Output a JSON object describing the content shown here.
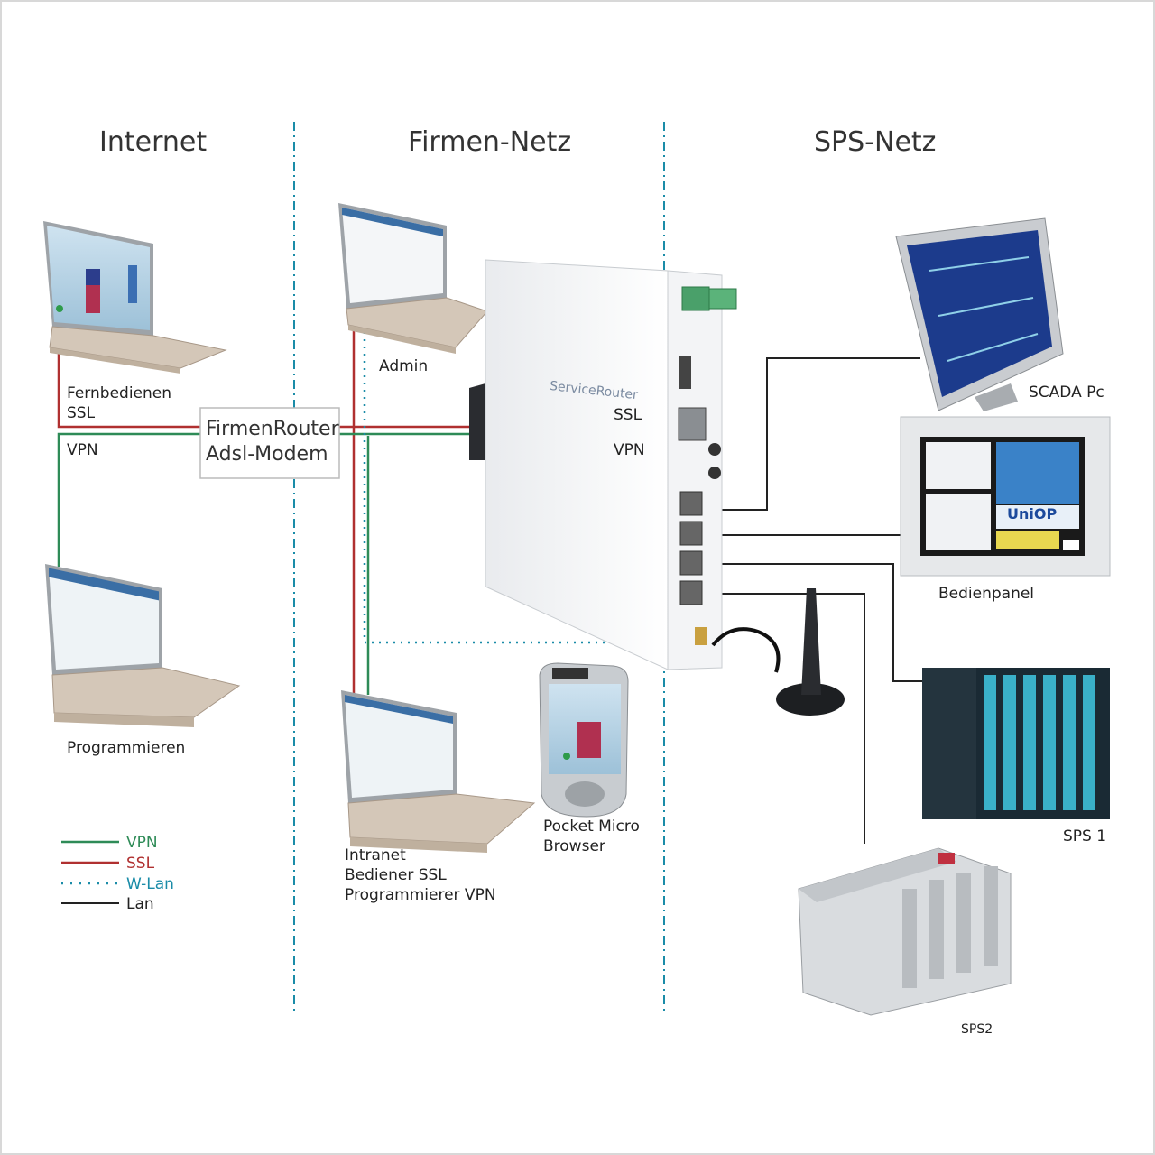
{
  "zones": {
    "internet": "Internet",
    "firmen": "Firmen-Netz",
    "sps": "SPS-Netz"
  },
  "router": {
    "brand": "ServiceRouter",
    "ssl": "SSL",
    "vpn": "VPN"
  },
  "firmen_router": {
    "line1": "FirmenRouter",
    "line2": "Adsl-Modem"
  },
  "devices": {
    "fernbedienen": "Fernbedienen\nSSL",
    "vpn_left": "VPN",
    "programmieren": "Programmieren",
    "admin": "Admin",
    "intranet": "Intranet\nBediener SSL\nProgrammierer VPN",
    "pocket": "Pocket Micro\nBrowser",
    "scada": "SCADA Pc",
    "bedienpanel": "Bedienpanel",
    "sps1": "SPS 1",
    "sps2": "SPS2",
    "uniop": "UniOP"
  },
  "legend": [
    {
      "label": "VPN",
      "color": "#2e8b57",
      "style": "solid"
    },
    {
      "label": "SSL",
      "color": "#b03030",
      "style": "solid"
    },
    {
      "label": "W-Lan",
      "color": "#1a8ca8",
      "style": "dotted"
    },
    {
      "label": "Lan",
      "color": "#222222",
      "style": "solid"
    }
  ],
  "colors": {
    "vpn": "#2e8b57",
    "ssl": "#b03030",
    "wlan": "#1a8ca8",
    "lan": "#222222"
  }
}
